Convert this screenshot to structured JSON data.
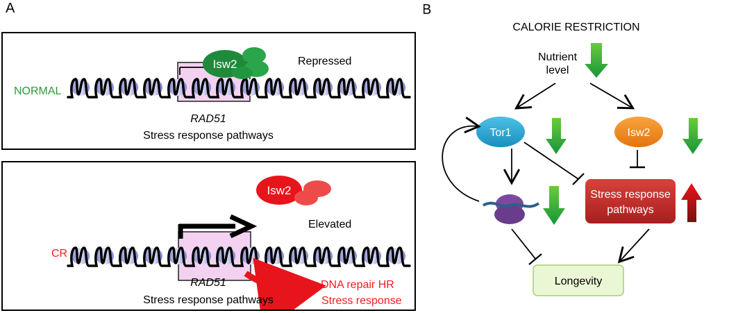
{
  "panel_a": {
    "label": "A",
    "normal": {
      "condition": "NORMAL",
      "condition_color": "#2e9a3a",
      "enzyme": "Isw2",
      "enzyme_color": "#1f8a3a",
      "status": "Repressed",
      "gene": "RAD51",
      "pathway": "Stress response pathways"
    },
    "cr": {
      "condition": "CR",
      "condition_color": "#ff1a1a",
      "enzyme": "Isw2",
      "enzyme_color": "#e8141c",
      "status": "Elevated",
      "gene": "RAD51",
      "pathway": "Stress response pathways",
      "outputs": [
        "DNA repair HR",
        "Stress response"
      ]
    }
  },
  "panel_b": {
    "label": "B",
    "title": "CALORIE RESTRICTION",
    "nutrient": "Nutrient\nlevel",
    "tor1": "Tor1",
    "isw2": "Isw2",
    "stress": "Stress response\npathways",
    "longevity": "Longevity",
    "colors": {
      "tor1": "#2aa3d0",
      "isw2": "#f08a1a",
      "stress": "#c9302c",
      "longevity": "#eaf7d4",
      "down_arrow": "#2fa83a",
      "up_arrow": "#b71c1c",
      "ribosome": "#7b4a9e"
    }
  }
}
